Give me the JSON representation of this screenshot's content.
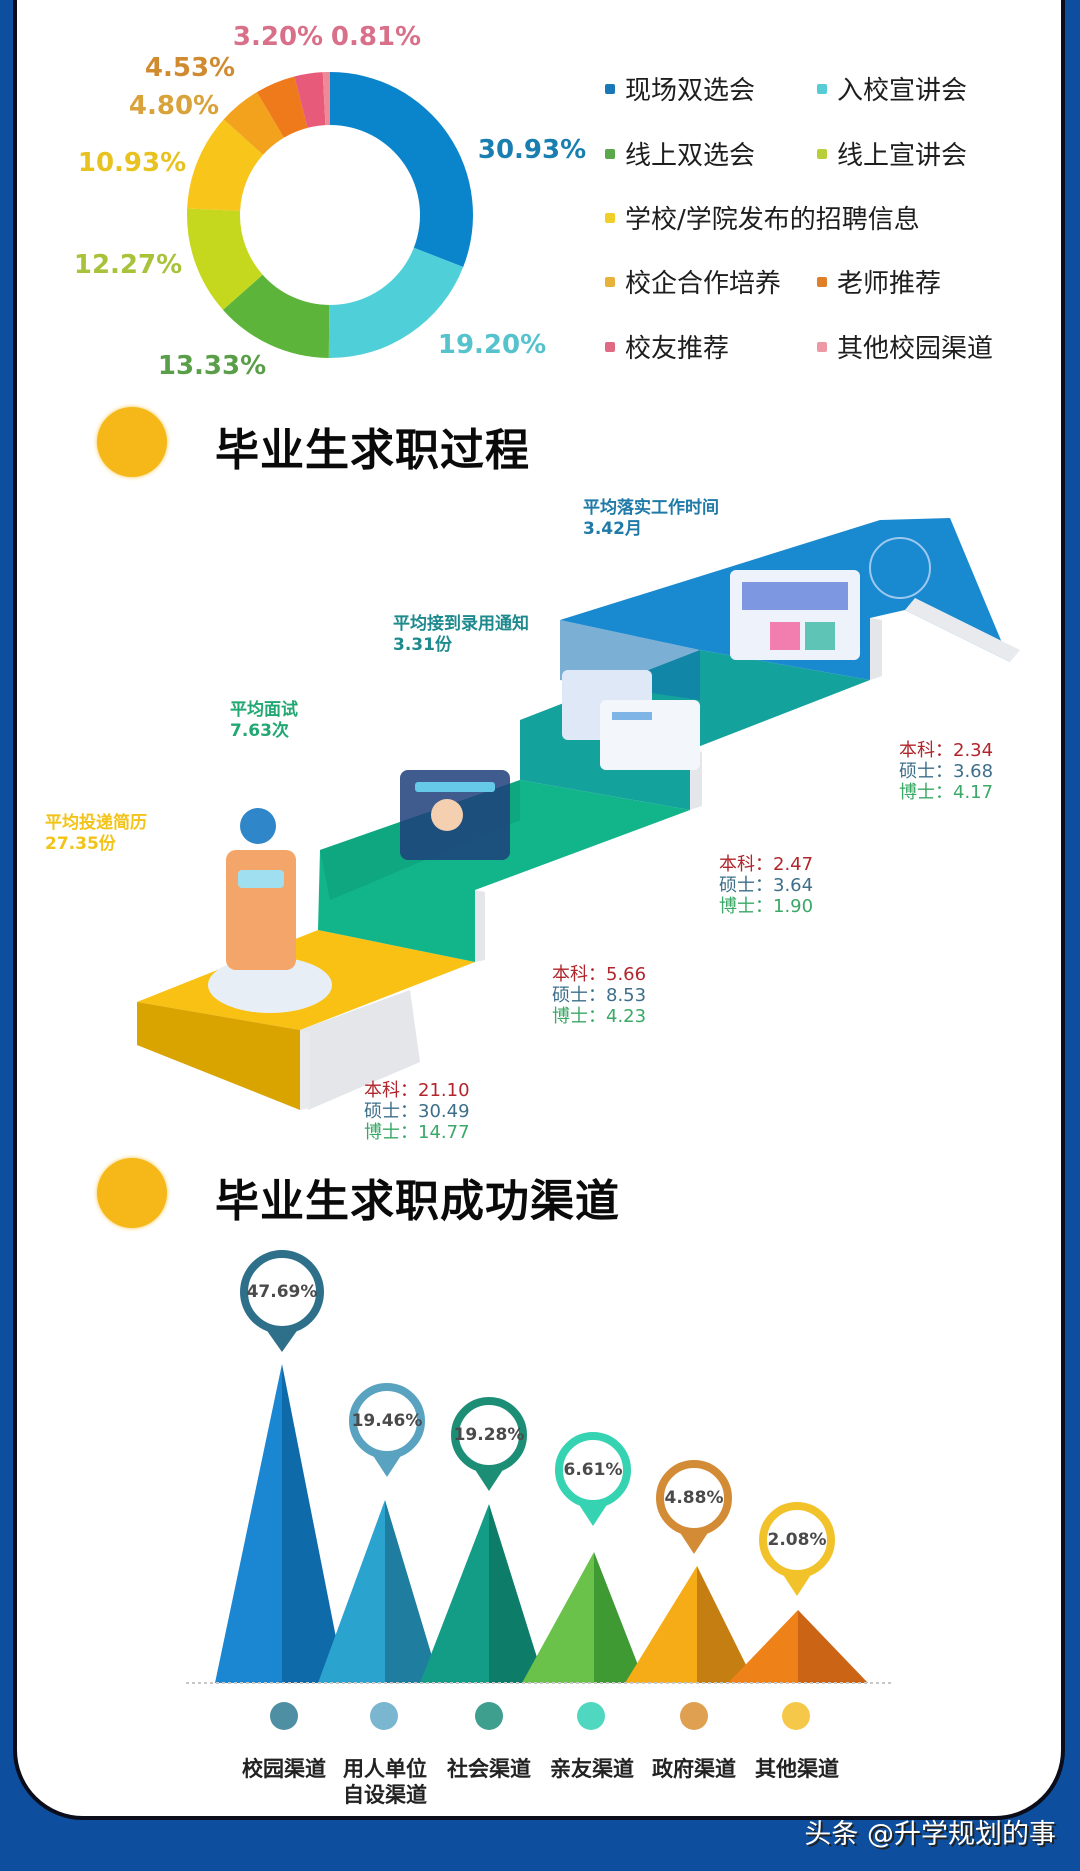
{
  "chart_data": [
    {
      "type": "pie",
      "variant": "donut",
      "title": "",
      "categories": [
        "现场双选会",
        "入校宣讲会",
        "线上双选会",
        "线上宣讲会",
        "学校/学院发布的招聘信息",
        "校企合作培养",
        "老师推荐",
        "校友推荐",
        "其他校园渠道"
      ],
      "values": [
        30.93,
        19.2,
        13.33,
        12.27,
        10.93,
        4.8,
        4.53,
        3.2,
        0.81
      ],
      "labels": [
        "30.93%",
        "19.20%",
        "13.33%",
        "12.27%",
        "10.93%",
        "4.80%",
        "4.53%",
        "3.20%",
        "0.81%"
      ],
      "colors": [
        "#0a85cc",
        "#4fd0d9",
        "#5cb53a",
        "#c5d81e",
        "#f8c51a",
        "#f2a21c",
        "#ef7a1b",
        "#e85a7a",
        "#ee8a98"
      ],
      "legend_position": "right"
    },
    {
      "type": "table",
      "title": "毕业生求职过程",
      "stages": [
        {
          "label": "平均投递简历",
          "value": "27.35份",
          "本科": 21.1,
          "硕士": 30.49,
          "博士": 14.77
        },
        {
          "label": "平均面试",
          "value": "7.63次",
          "本科": 5.66,
          "硕士": 8.53,
          "博士": 4.23
        },
        {
          "label": "平均接到录用通知",
          "value": "3.31份",
          "本科": 2.47,
          "硕士": 3.64,
          "博士": 1.9
        },
        {
          "label": "平均落实工作时间",
          "value": "3.42月",
          "本科": 2.34,
          "硕士": 3.68,
          "博士": 4.17
        }
      ]
    },
    {
      "type": "bar",
      "variant": "pyramid-pin",
      "title": "毕业生求职成功渠道",
      "categories": [
        "校园渠道",
        "用人单位自设渠道",
        "社会渠道",
        "亲友渠道",
        "政府渠道",
        "其他渠道"
      ],
      "values": [
        47.69,
        19.46,
        19.28,
        6.61,
        4.88,
        2.08
      ],
      "labels": [
        "47.69%",
        "19.46%",
        "19.28%",
        "6.61%",
        "4.88%",
        "2.08%"
      ],
      "xlabel": "",
      "ylabel": "",
      "grid": false
    }
  ],
  "donut": {
    "labels": [
      {
        "text": "30.93%",
        "color": "#1a7fb0"
      },
      {
        "text": "19.20%",
        "color": "#55c2cc"
      },
      {
        "text": "13.33%",
        "color": "#5a9e4a"
      },
      {
        "text": "12.27%",
        "color": "#a8c23a"
      },
      {
        "text": "10.93%",
        "color": "#e8c21f"
      },
      {
        "text": "4.80%",
        "color": "#d9a23a"
      },
      {
        "text": "4.53%",
        "color": "#d08a30"
      },
      {
        "text": "3.20%",
        "color": "#d9708a"
      },
      {
        "text": "0.81%",
        "color": "#d9708a"
      }
    ]
  },
  "legend": {
    "items": [
      {
        "label": "现场双选会",
        "color": "#1a78b8"
      },
      {
        "label": "入校宣讲会",
        "color": "#56cdd6"
      },
      {
        "label": "线上双选会",
        "color": "#5aa84a"
      },
      {
        "label": "线上宣讲会",
        "color": "#b9cf3a"
      },
      {
        "label": "学校/学院发布的招聘信息",
        "color": "#f0cf2a"
      },
      {
        "label": "校企合作培养",
        "color": "#e8b23a"
      },
      {
        "label": "老师推荐",
        "color": "#e07f2a"
      },
      {
        "label": "校友推荐",
        "color": "#e06a84"
      },
      {
        "label": "其他校园渠道",
        "color": "#ee98a4"
      }
    ]
  },
  "section_process": {
    "title": "毕业生求职过程",
    "steps": [
      {
        "label": "平均投递简历",
        "value": "27.35份",
        "color": "#f2c318"
      },
      {
        "label": "平均面试",
        "value": "7.63次",
        "color": "#22a872"
      },
      {
        "label": "平均接到录用通知",
        "value": "3.31份",
        "color": "#1f8a8e"
      },
      {
        "label": "平均落实工作时间",
        "value": "3.42月",
        "color": "#1f7aa8"
      }
    ],
    "degree_keys": {
      "bachelor": "本科：",
      "master": "硕士：",
      "doctor": "博士："
    },
    "degree_values": [
      {
        "bachelor": "21.10",
        "master": "30.49",
        "doctor": "14.77"
      },
      {
        "bachelor": "5.66",
        "master": "8.53",
        "doctor": "4.23"
      },
      {
        "bachelor": "2.47",
        "master": "3.64",
        "doctor": "1.90"
      },
      {
        "bachelor": "2.34",
        "master": "3.68",
        "doctor": "4.17"
      }
    ],
    "degree_colors": {
      "bachelor": "#b0262c",
      "master": "#3d6f8a",
      "doctor": "#3aa866"
    }
  },
  "section_channels": {
    "title": "毕业生求职成功渠道",
    "pins": [
      {
        "value": "47.69%",
        "color": "#2e6f8a"
      },
      {
        "value": "19.46%",
        "color": "#5aa3c0"
      },
      {
        "value": "19.28%",
        "color": "#1c8e76"
      },
      {
        "value": "6.61%",
        "color": "#35d3b2"
      },
      {
        "value": "4.88%",
        "color": "#d38b36"
      },
      {
        "value": "2.08%",
        "color": "#f2c22a"
      }
    ],
    "labels": [
      {
        "line1": "校园渠道",
        "line2": ""
      },
      {
        "line1": "用人单位",
        "line2": "自设渠道"
      },
      {
        "line1": "社会渠道",
        "line2": ""
      },
      {
        "line1": "亲友渠道",
        "line2": ""
      },
      {
        "line1": "政府渠道",
        "line2": ""
      },
      {
        "line1": "其他渠道",
        "line2": ""
      }
    ],
    "dot_colors": [
      "#4f8fa3",
      "#7ab6d0",
      "#3f9f8e",
      "#4fd8bf",
      "#dfa052",
      "#f5c84a"
    ]
  },
  "watermark": "头条 @升学规划的事"
}
